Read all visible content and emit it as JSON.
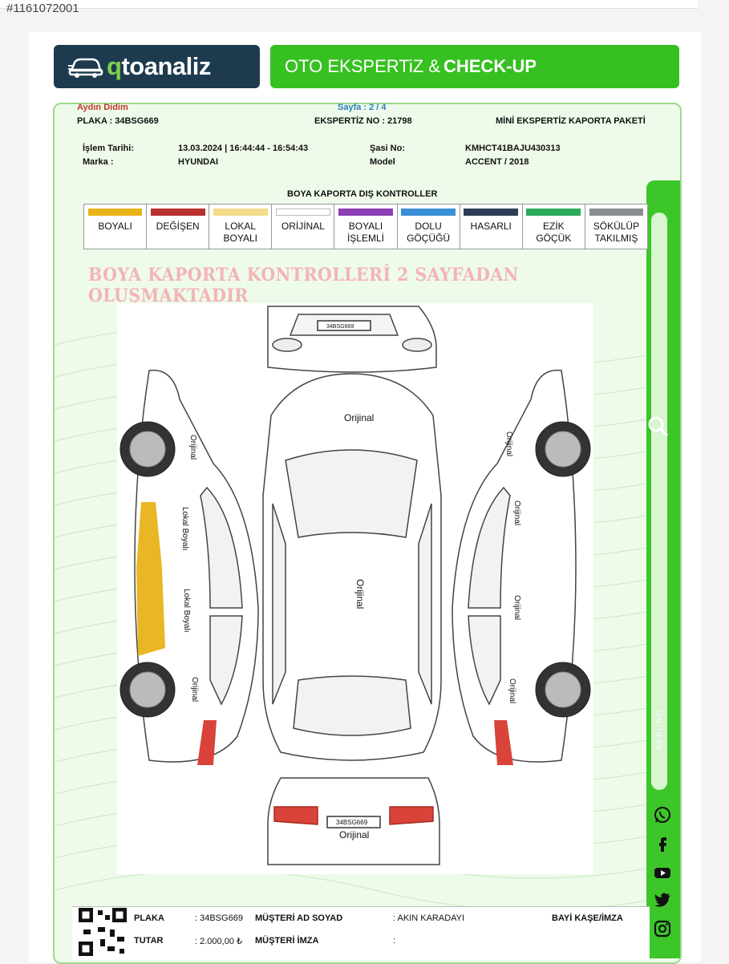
{
  "listing_id": "#1161072001",
  "logo": {
    "q": "q",
    "rest": "toanaliz"
  },
  "header": {
    "title_regular": "OTO EKSPERTiZ &",
    "title_bold": "CHECK-UP"
  },
  "info": {
    "branch": "Aydın Didim",
    "page": "Sayfa : 2 / 4",
    "plate_line": "PLAKA : 34BSG669",
    "expertise_no": "EKSPERTİZ NO : 21798",
    "package": "MİNİ EKSPERTİZ KAPORTA PAKETİ",
    "islem_label": "İşlem Tarihi:",
    "islem_value": "13.03.2024 | 16:44:44 - 16:54:43",
    "marka_label": "Marka :",
    "marka_value": "HYUNDAI",
    "sasi_label": "Şasi No:",
    "sasi_value": "KMHCT41BAJU430313",
    "model_label": "Model",
    "model_value": "ACCENT / 2018"
  },
  "legend_title": "BOYA KAPORTA DIŞ KONTROLLER",
  "legend": [
    {
      "l1": "BOYALI",
      "l2": "",
      "color": "#e8b319"
    },
    {
      "l1": "DEĞİŞEN",
      "l2": "",
      "color": "#b8312f"
    },
    {
      "l1": "LOKAL",
      "l2": "BOYALI",
      "color": "#f5dc8a"
    },
    {
      "l1": "ORİJİNAL",
      "l2": "",
      "color": "#ffffff"
    },
    {
      "l1": "BOYALI",
      "l2": "İŞLEMLİ",
      "color": "#8d3fb5"
    },
    {
      "l1": "DOLU",
      "l2": "GÖÇÜĞÜ",
      "color": "#3b8fd6"
    },
    {
      "l1": "HASARLI",
      "l2": "",
      "color": "#2c3e55"
    },
    {
      "l1": "EZİK",
      "l2": "GÖÇÜK",
      "color": "#2eab5a"
    },
    {
      "l1": "SÖKÜLÜP",
      "l2": "TAKILMIŞ",
      "color": "#8a8f93"
    }
  ],
  "banner": "BOYA KAPORTA KONTROLLERİ 2 SAYFADAN OLUŞMAKTADIR",
  "diagram": {
    "plate_front": "34BSG669",
    "plate_rear": "34BSG669",
    "hood": "Orijinal",
    "roof": "Orijinal",
    "trunk": "Orijinal",
    "left_front_fender": "Orijinal",
    "left_front_door": "Lokal Boyalı",
    "left_rear_door": "Lokal Boyalı",
    "left_rear_fender": "Orijinal",
    "right_front_fender": "Orijinal",
    "right_front_door": "Orijinal",
    "right_rear_door": "Orijinal",
    "right_rear_fender": "Orijinal"
  },
  "footer": {
    "plaka_label": "PLAKA",
    "plaka_value": ": 34BSG669",
    "tutar_label": "TUTAR",
    "tutar_value": ": 2.000,00 ₺",
    "musteri_label": "MÜŞTERİ AD SOYAD",
    "musteri_value": ": AKIN KARADAYI",
    "imza_label": "MÜŞTERİ İMZA",
    "imza_value": ":",
    "bayi_label": "BAYİ KAŞE/İMZA"
  },
  "sidebar": {
    "seri": "SERİ NO"
  },
  "icons": [
    "zoom-icon",
    "whatsapp-icon",
    "facebook-icon",
    "youtube-icon",
    "twitter-icon",
    "instagram-icon"
  ]
}
